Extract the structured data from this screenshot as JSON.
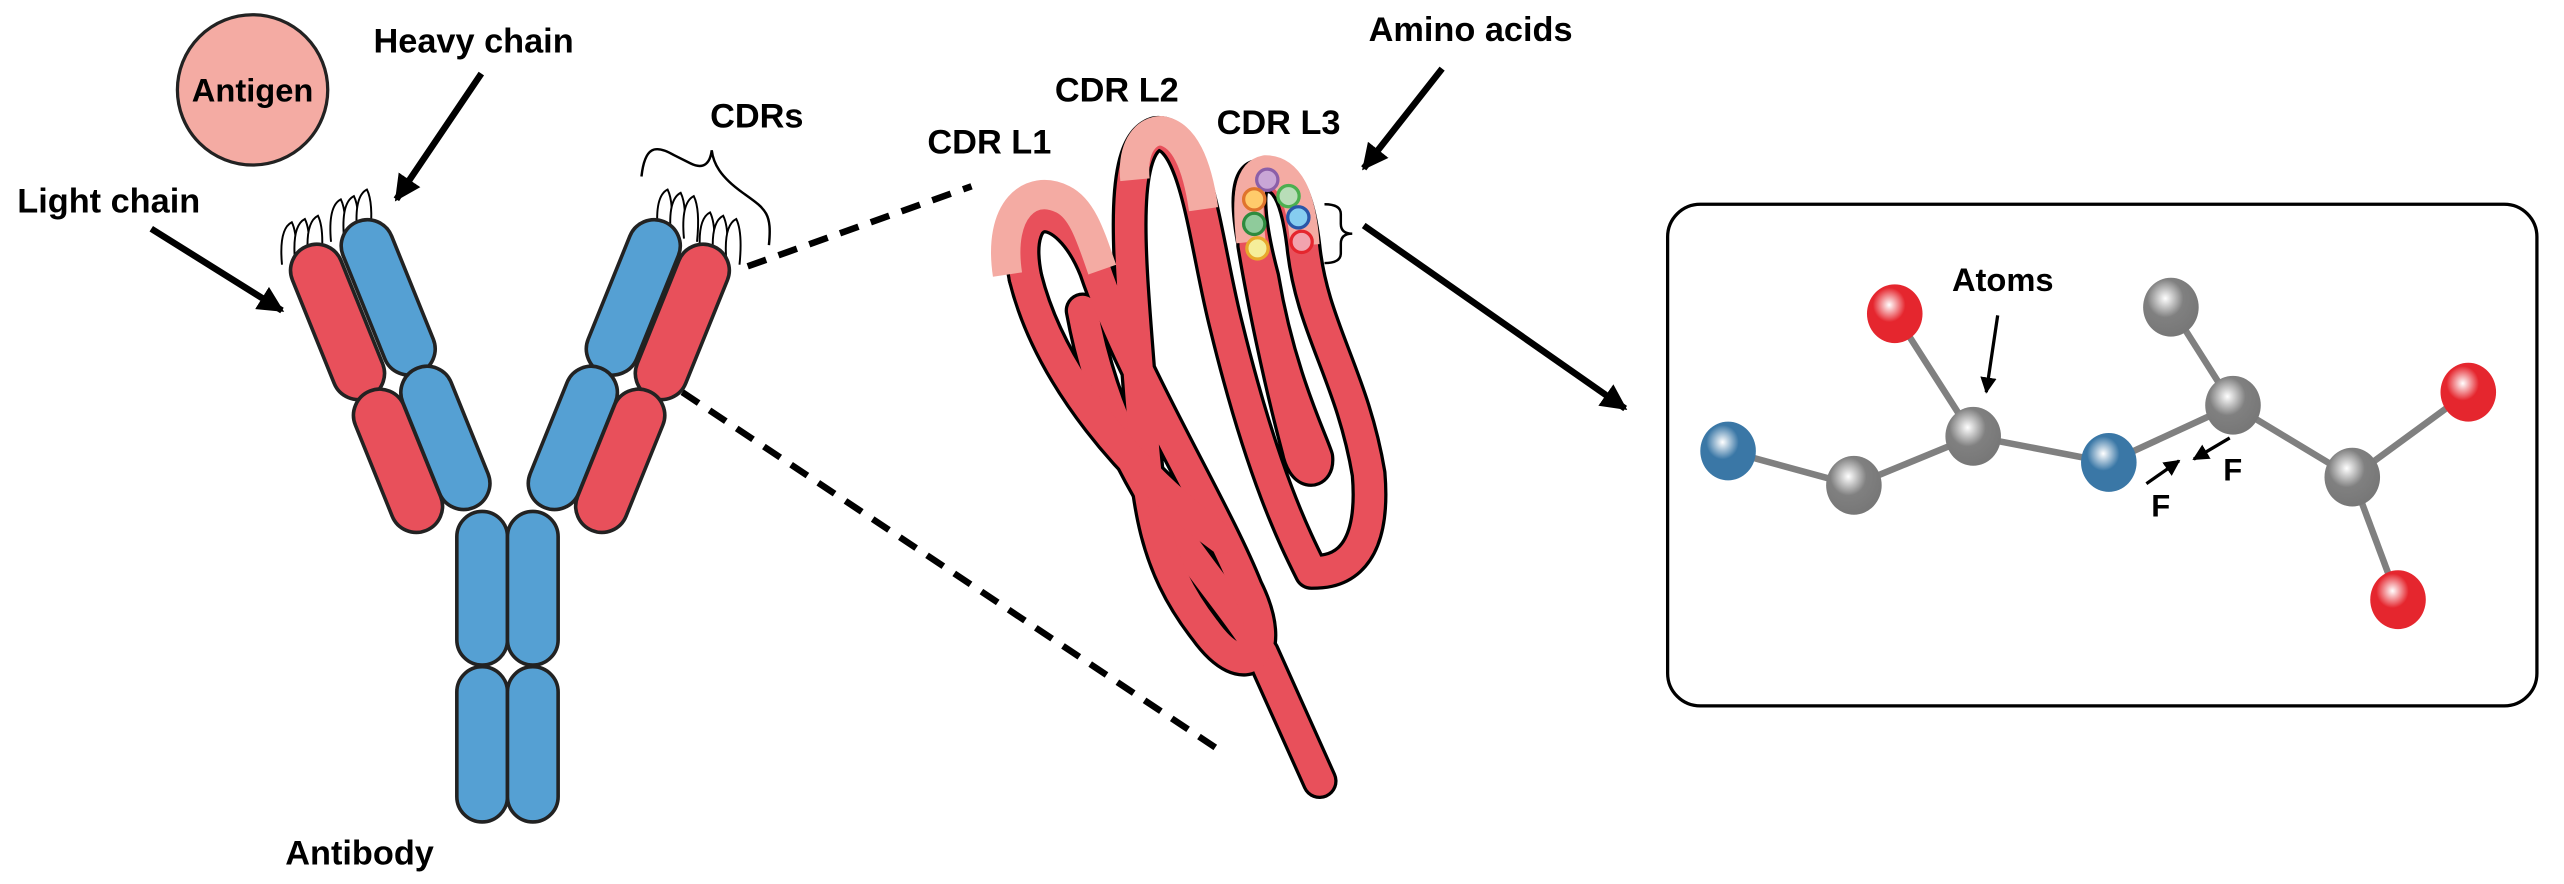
{
  "labels": {
    "antigen": "Antigen",
    "heavy_chain": "Heavy chain",
    "light_chain": "Light chain",
    "cdrs": "CDRs",
    "antibody": "Antibody",
    "cdr_l1": "CDR L1",
    "cdr_l2": "CDR L2",
    "cdr_l3": "CDR L3",
    "amino_acids": "Amino acids",
    "atoms": "Atoms",
    "force_1": "F",
    "force_2": "F"
  },
  "colors": {
    "heavy_chain": "#55A0D3",
    "light_chain": "#E8505B",
    "cdr_region": "#F4ABA3",
    "antigen": "#F4ABA3",
    "atom_nitrogen": "#3A77A6",
    "atom_carbon": "#808080",
    "atom_oxygen": "#E5262E",
    "amino_acid_beads": [
      "#C9A6D6",
      "#FFCB6B",
      "#B8DDB8",
      "#8FCB9B",
      "#86CDF0",
      "#F5EE9A",
      "#F2A3AE"
    ]
  },
  "molecule": {
    "atoms": [
      {
        "id": "a1",
        "element": "N"
      },
      {
        "id": "a2",
        "element": "C"
      },
      {
        "id": "a3",
        "element": "C"
      },
      {
        "id": "a4",
        "element": "O"
      },
      {
        "id": "a5",
        "element": "N"
      },
      {
        "id": "a6",
        "element": "C"
      },
      {
        "id": "a7",
        "element": "C"
      },
      {
        "id": "a8",
        "element": "C"
      },
      {
        "id": "a9",
        "element": "O"
      },
      {
        "id": "a10",
        "element": "O"
      }
    ],
    "bonds": [
      [
        "a1",
        "a2"
      ],
      [
        "a2",
        "a3"
      ],
      [
        "a3",
        "a4"
      ],
      [
        "a3",
        "a5"
      ],
      [
        "a5",
        "a6"
      ],
      [
        "a6",
        "a7"
      ],
      [
        "a6",
        "a8"
      ],
      [
        "a8",
        "a9"
      ],
      [
        "a8",
        "a10"
      ]
    ]
  }
}
